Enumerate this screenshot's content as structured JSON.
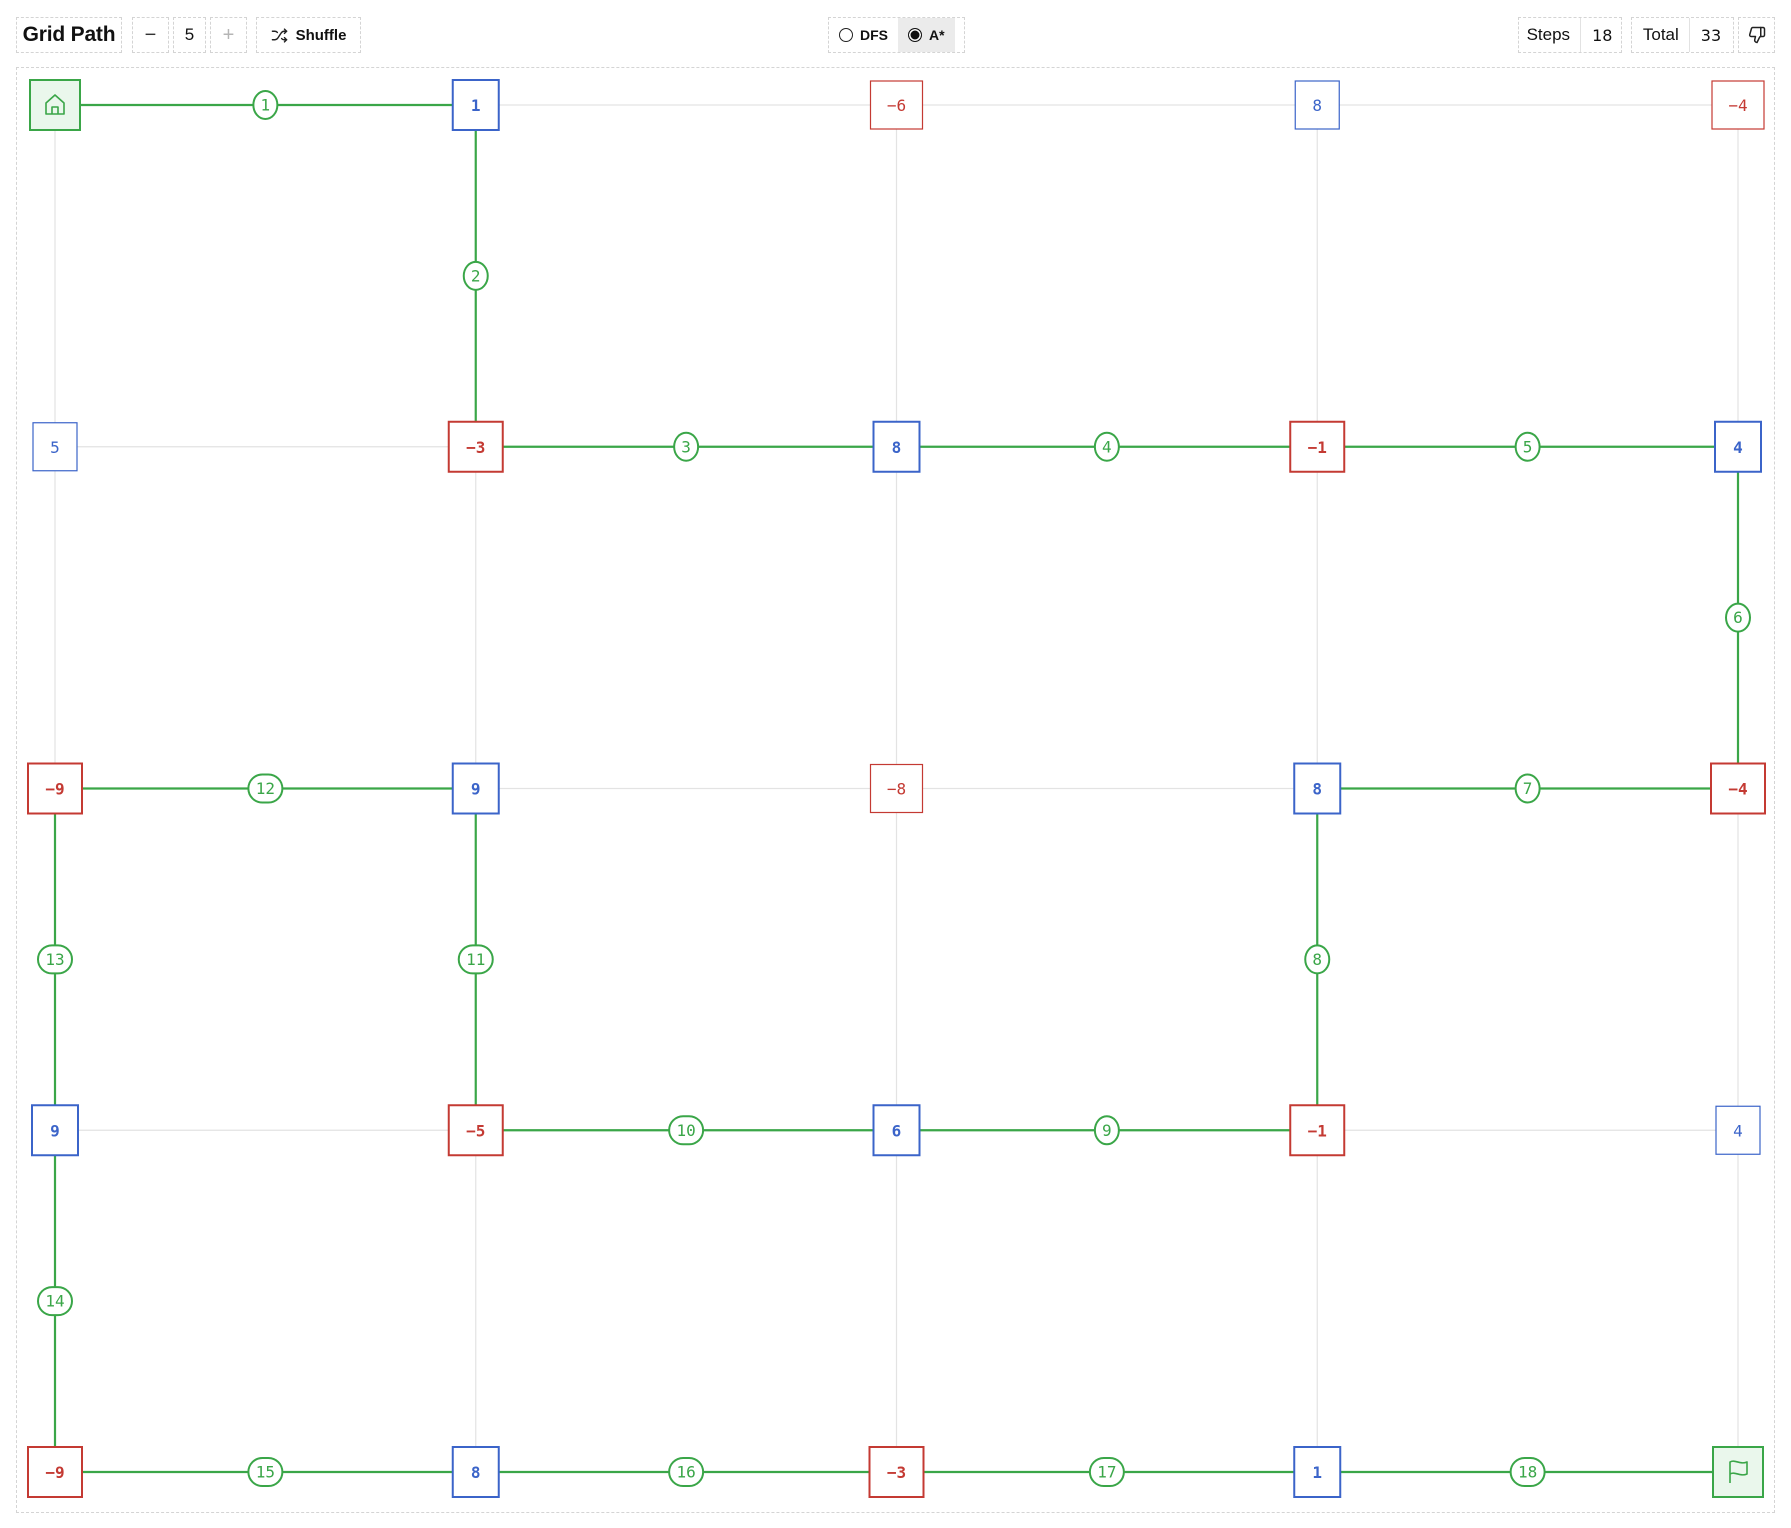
{
  "header": {
    "title": "Grid Path",
    "decrement_label": "−",
    "grid_size": "5",
    "increment_label": "+",
    "shuffle_label": "Shuffle",
    "shuffle_icon": "shuffle-icon",
    "dislike_icon": "thumbs-down-icon"
  },
  "modes": {
    "options": [
      {
        "label": "DFS",
        "selected": false
      },
      {
        "label": "A*",
        "selected": true
      }
    ]
  },
  "stats": {
    "steps_label": "Steps",
    "steps_value": "18",
    "total_label": "Total",
    "total_value": "33"
  },
  "colors": {
    "positive": "#3b64c9",
    "negative": "#c43a33",
    "path": "#3aa648",
    "grid_line": "#e3e3e3",
    "endpoint_fill": "#eaf7ec"
  },
  "grid": {
    "rows": 5,
    "cols": 5,
    "start_icon": "home-icon",
    "goal_icon": "flag-icon",
    "cells": [
      [
        "start",
        "1",
        "−6",
        "8",
        "−4"
      ],
      [
        "5",
        "−3",
        "8",
        "−1",
        "4"
      ],
      [
        "−9",
        "9",
        "−8",
        "8",
        "−4"
      ],
      [
        "9",
        "−5",
        "6",
        "−1",
        "4"
      ],
      [
        "−9",
        "8",
        "−3",
        "1",
        "goal"
      ]
    ],
    "path": [
      [
        0,
        0
      ],
      [
        1,
        0
      ],
      [
        1,
        1
      ],
      [
        2,
        1
      ],
      [
        3,
        1
      ],
      [
        4,
        1
      ],
      [
        4,
        2
      ],
      [
        3,
        2
      ],
      [
        3,
        3
      ],
      [
        2,
        3
      ],
      [
        1,
        3
      ],
      [
        1,
        2
      ],
      [
        0,
        2
      ],
      [
        0,
        3
      ],
      [
        0,
        4
      ],
      [
        1,
        4
      ],
      [
        2,
        4
      ],
      [
        3,
        4
      ],
      [
        4,
        4
      ]
    ]
  }
}
